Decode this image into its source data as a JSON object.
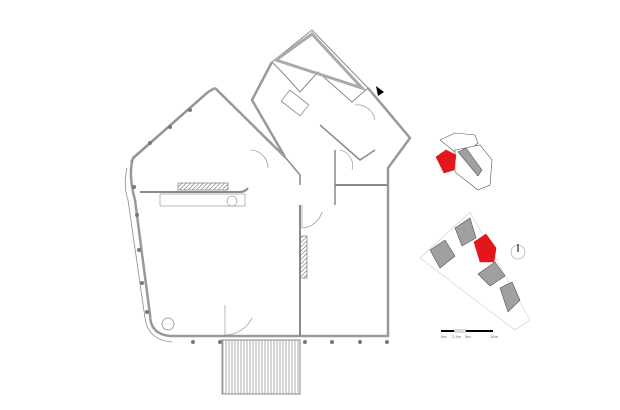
{
  "plan": {
    "wall_color": "#8a8a8a",
    "hatch_color": "#555555"
  },
  "keyplan": {
    "highlight_color": "#e3171b",
    "building_color": "#a0a0a0"
  },
  "scale_bar": {
    "labels": [
      "0m",
      "2,5m",
      "5m",
      "10m"
    ]
  },
  "north_arrow": {
    "icon": "north-arrow-icon"
  }
}
